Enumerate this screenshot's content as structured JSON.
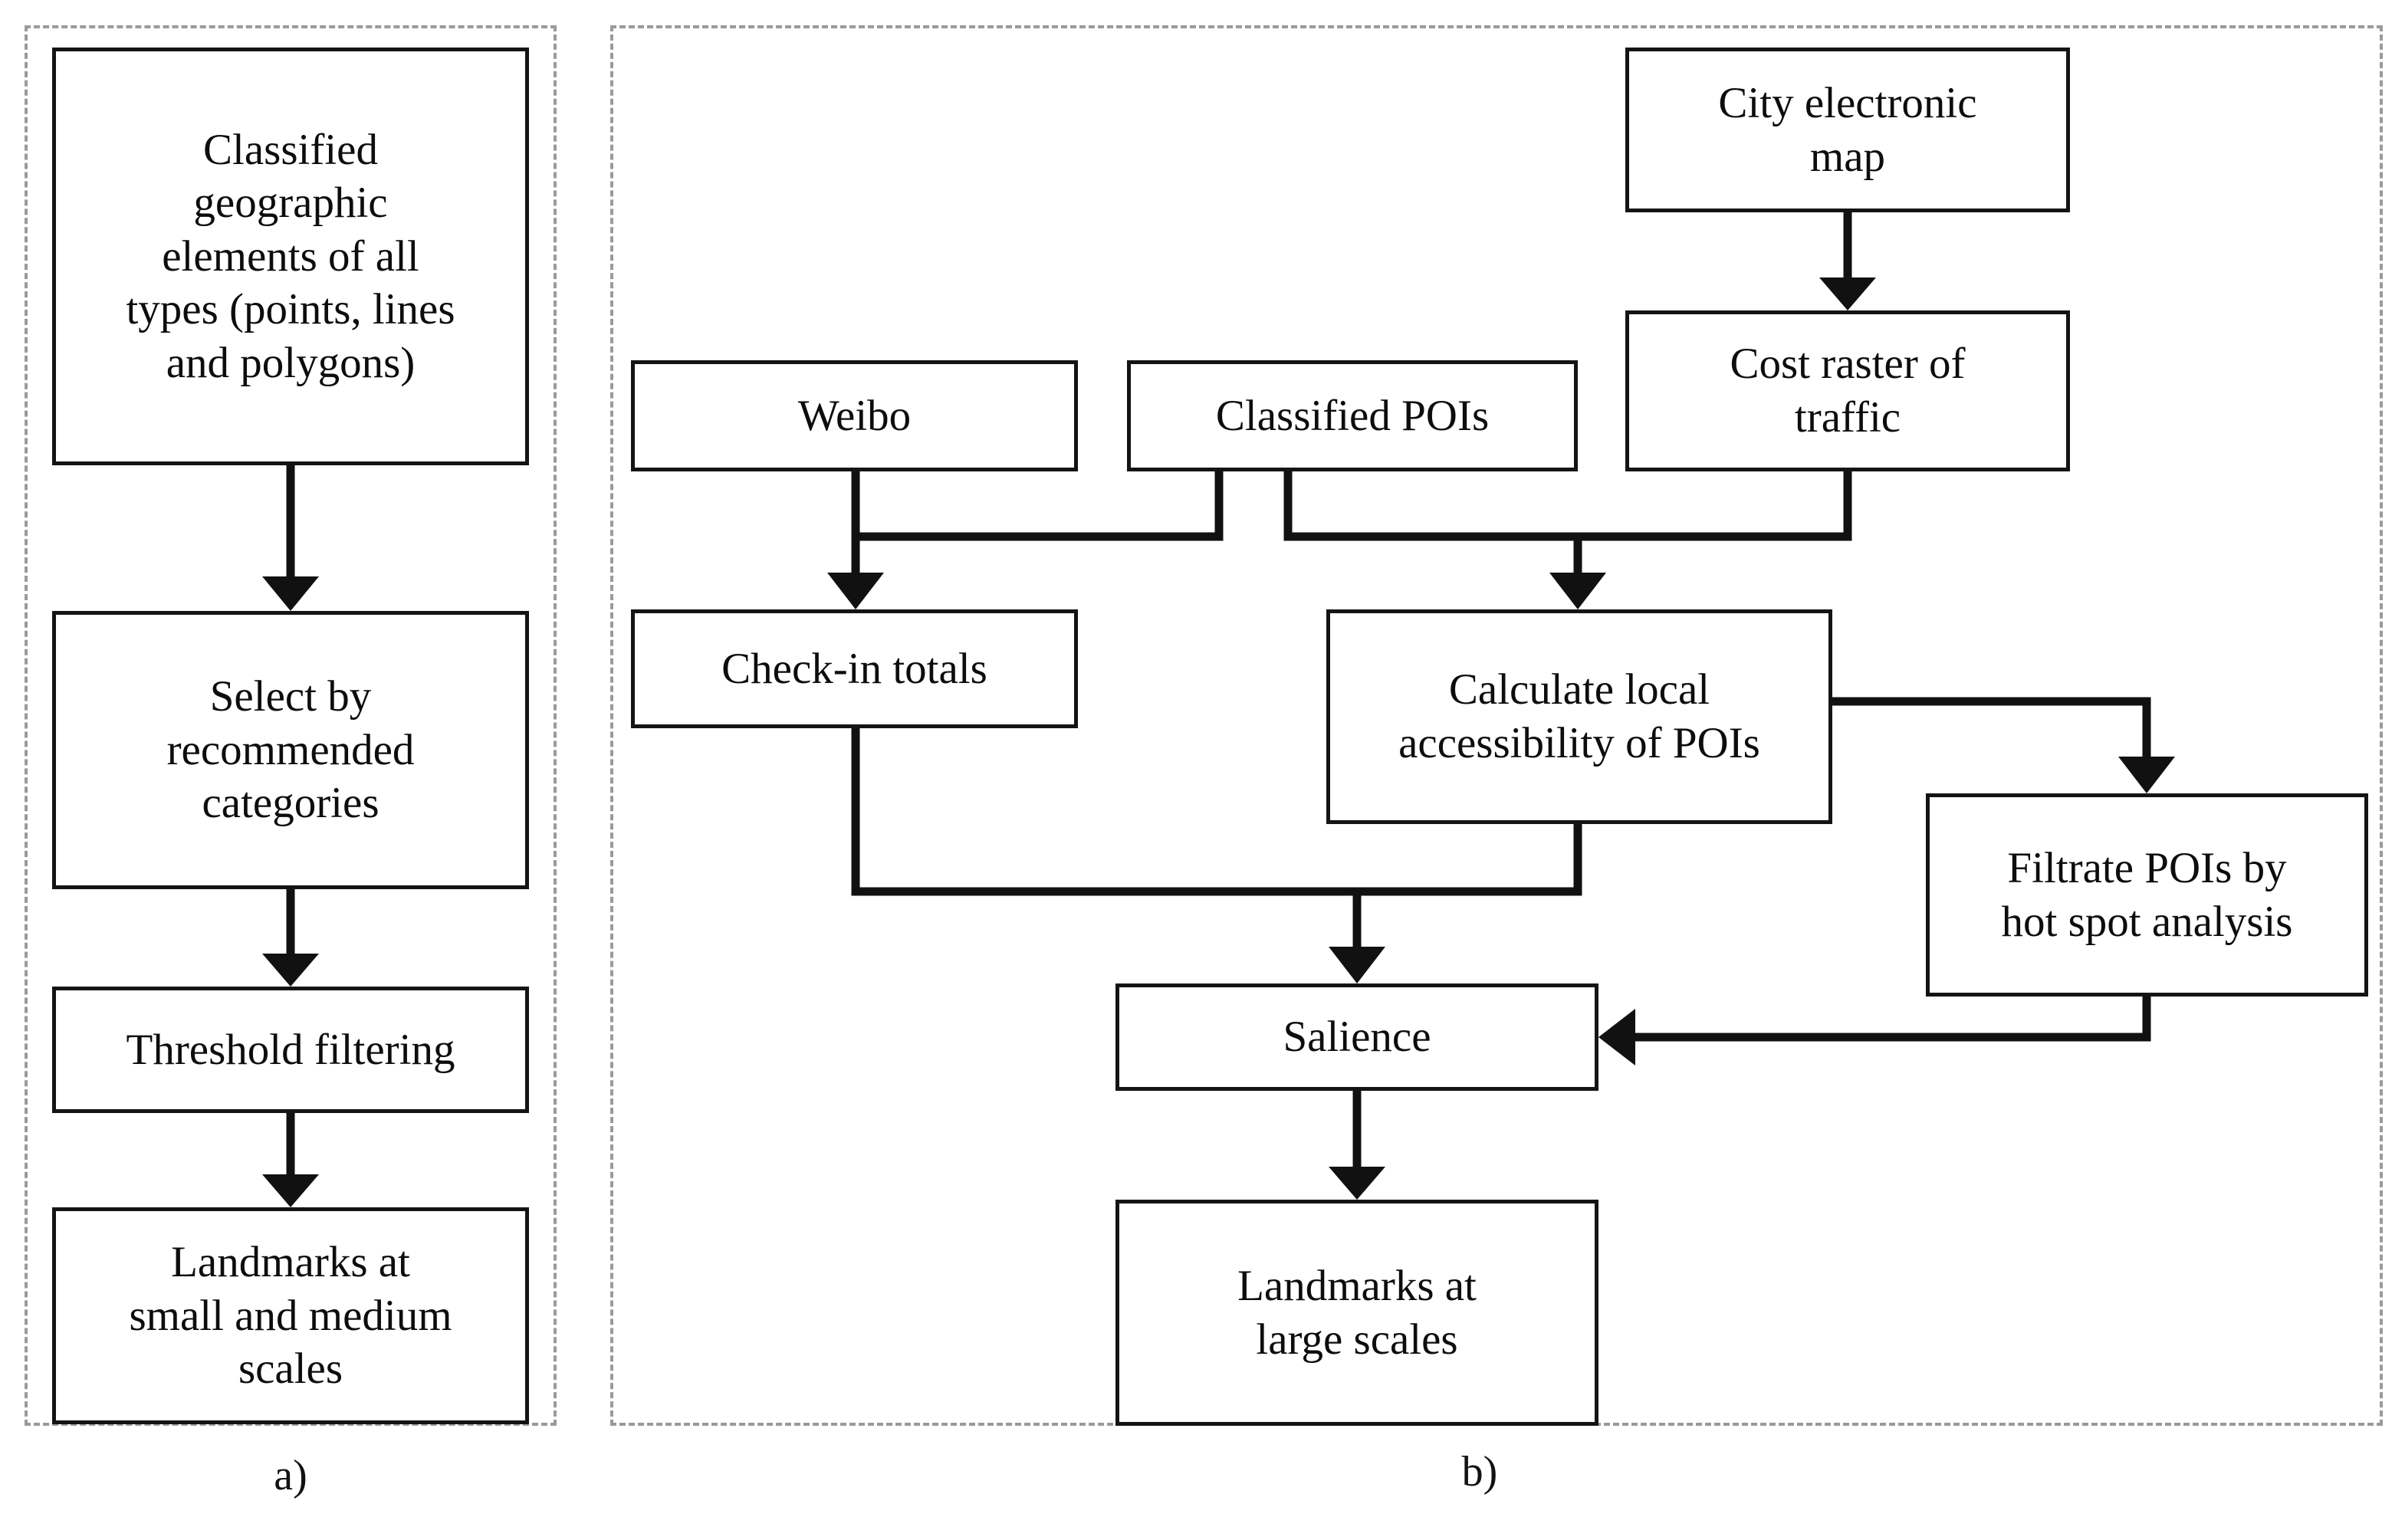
{
  "figure": {
    "type": "flowchart",
    "panels": [
      {
        "id": "a",
        "caption": "a)",
        "nodes": [
          {
            "id": "a1",
            "label": "Classified\ngeographic\nelements of all\ntypes (points, lines\nand polygons)"
          },
          {
            "id": "a2",
            "label": "Select by\nrecommended\ncategories"
          },
          {
            "id": "a3",
            "label": "Threshold filtering"
          },
          {
            "id": "a4",
            "label": "Landmarks at\nsmall and medium\nscales"
          }
        ],
        "edges": [
          {
            "from": "a1",
            "to": "a2",
            "style": "arrow-down"
          },
          {
            "from": "a2",
            "to": "a3",
            "style": "arrow-down"
          },
          {
            "from": "a3",
            "to": "a4",
            "style": "arrow-down"
          }
        ]
      },
      {
        "id": "b",
        "caption": "b)",
        "nodes": [
          {
            "id": "b-city-map",
            "label": "City electronic\nmap"
          },
          {
            "id": "b-cost-raster",
            "label": "Cost raster of\ntraffic"
          },
          {
            "id": "b-weibo",
            "label": "Weibo"
          },
          {
            "id": "b-classified-pois",
            "label": "Classified POIs"
          },
          {
            "id": "b-checkin",
            "label": "Check-in totals"
          },
          {
            "id": "b-accessibility",
            "label": "Calculate local\naccessibility of POIs"
          },
          {
            "id": "b-filtrate",
            "label": "Filtrate POIs by\nhot spot analysis"
          },
          {
            "id": "b-salience",
            "label": "Salience"
          },
          {
            "id": "b-landmarks",
            "label": "Landmarks at\nlarge scales"
          }
        ],
        "edges": [
          {
            "from": "b-city-map",
            "to": "b-cost-raster",
            "style": "arrow-down"
          },
          {
            "from": "b-weibo",
            "to": "b-checkin",
            "style": "arrow-down"
          },
          {
            "from": "b-classified-pois",
            "to": "b-checkin",
            "style": "elbow"
          },
          {
            "from": "b-classified-pois",
            "to": "b-accessibility",
            "style": "elbow"
          },
          {
            "from": "b-cost-raster",
            "to": "b-accessibility",
            "style": "elbow"
          },
          {
            "from": "b-accessibility",
            "to": "b-filtrate",
            "style": "elbow-right"
          },
          {
            "from": "b-accessibility",
            "to": "b-salience",
            "style": "elbow"
          },
          {
            "from": "b-checkin",
            "to": "b-salience",
            "style": "elbow"
          },
          {
            "from": "b-filtrate",
            "to": "b-salience",
            "style": "arrow-left"
          },
          {
            "from": "b-salience",
            "to": "b-landmarks",
            "style": "arrow-down"
          }
        ]
      }
    ],
    "colors": {
      "node_border": "#141414",
      "panel_border": "#9a9a9a",
      "connector": "#111111",
      "background": "#ffffff",
      "text": "#0d0d0d"
    }
  }
}
